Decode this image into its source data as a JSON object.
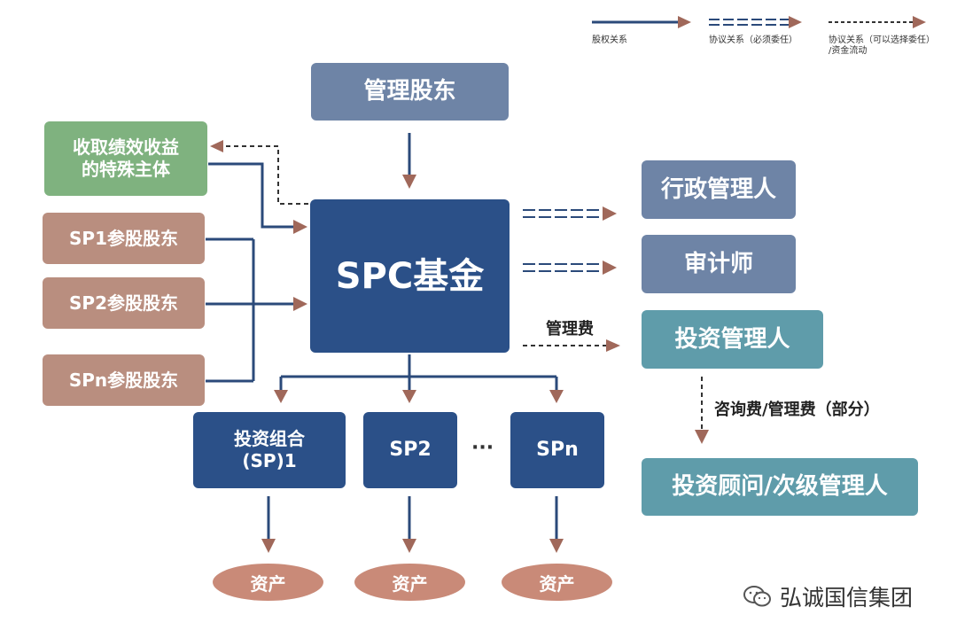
{
  "legend": {
    "equity": "股权关系",
    "agreement_required": "协议关系（必须委任）",
    "agreement_optional_line1": "协议关系（可以选择委任）",
    "agreement_optional_line2": "/资金流动"
  },
  "nodes": {
    "mgmt_shareholder": "管理股东",
    "performance_entity_line1": "收取绩效收益",
    "performance_entity_line2": "的特殊主体",
    "sp1_shareholder": "SP1参股股东",
    "sp2_shareholder": "SP2参股股东",
    "spn_shareholder": "SPn参股股东",
    "spc_fund": "SPC基金",
    "admin_manager": "行政管理人",
    "auditor": "审计师",
    "investment_manager": "投资管理人",
    "advisor": "投资顾问/次级管理人",
    "portfolio1_line1": "投资组合",
    "portfolio1_line2": "(SP)1",
    "sp2": "SP2",
    "ellipsis": "···",
    "spn": "SPn",
    "asset1": "资产",
    "asset2": "资产",
    "asset3": "资产"
  },
  "labels": {
    "mgmt_fee": "管理费",
    "consult_fee": "咨询费/管理费（部分）"
  },
  "watermark": {
    "icon": "wechat-icon",
    "text": "弘诚国信集团"
  },
  "colors": {
    "equity_line": "#2b4a7a",
    "arrow_head": "#a0685a",
    "navy": "#2b5088",
    "grey_blue": "#6e84a6",
    "green": "#7fb27f",
    "brown": "#b98e7f",
    "teal": "#5f9caa",
    "oval": "#c98a78"
  }
}
